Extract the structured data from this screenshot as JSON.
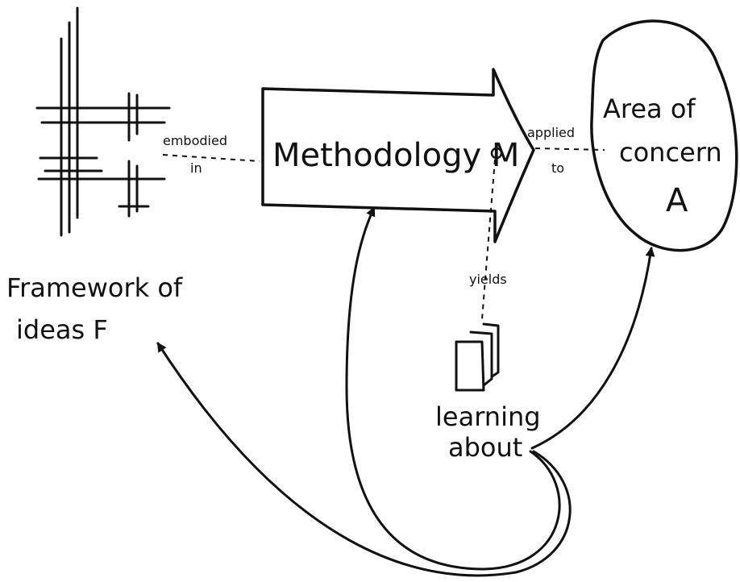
{
  "labels": {
    "framework_line1": "Framework of",
    "framework_line2": "ideas F",
    "methodology": "Methodology M",
    "area_line1": "Area of",
    "area_line2": "concern",
    "area_letter": "A",
    "embodied": "embodied",
    "in": "in",
    "applied": "applied",
    "to": "to",
    "yields": "yields",
    "learning": "learning",
    "about": "about"
  },
  "colors": {
    "ink": "#111111",
    "background": "#ffffff"
  }
}
